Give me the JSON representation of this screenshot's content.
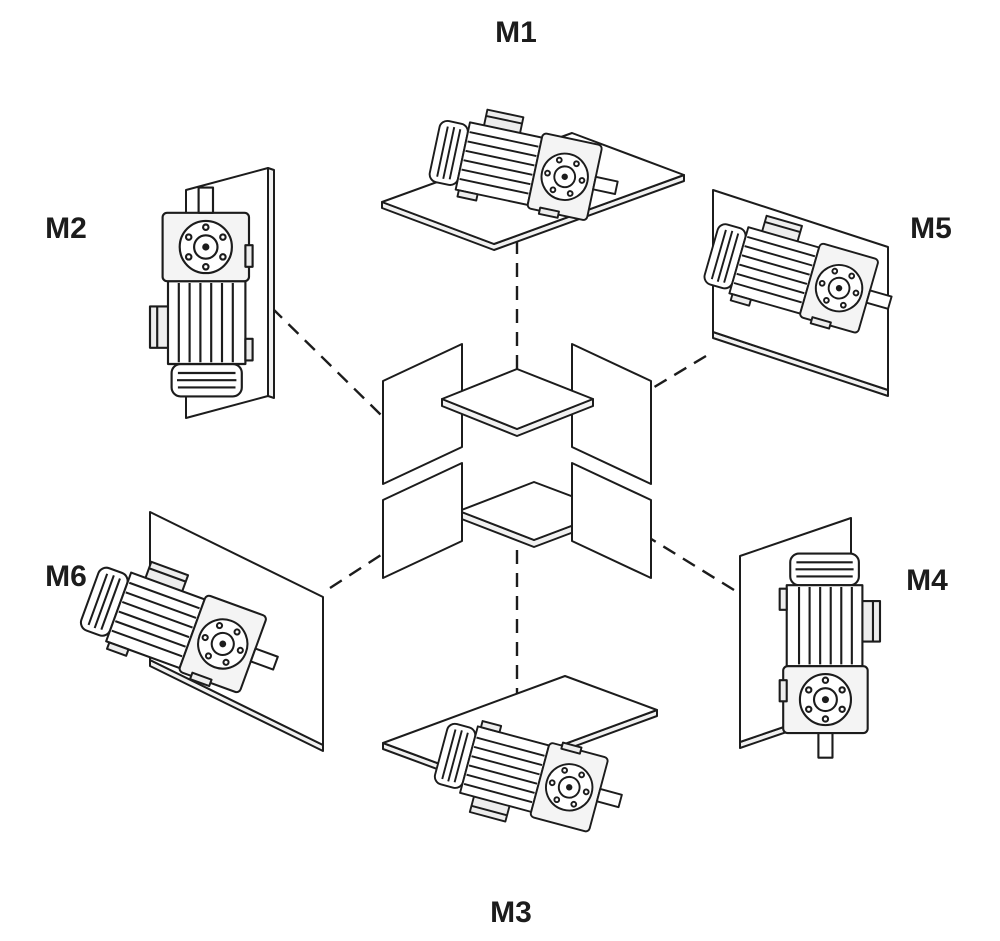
{
  "diagram": {
    "title": "gearmotor-mounting-positions",
    "labels": {
      "m1": "M1",
      "m2": "M2",
      "m3": "M3",
      "m4": "M4",
      "m5": "M5",
      "m6": "M6"
    },
    "colors": {
      "line": "#1c1c1c",
      "background": "#ffffff",
      "shade_light": "#f4f4f4"
    }
  }
}
